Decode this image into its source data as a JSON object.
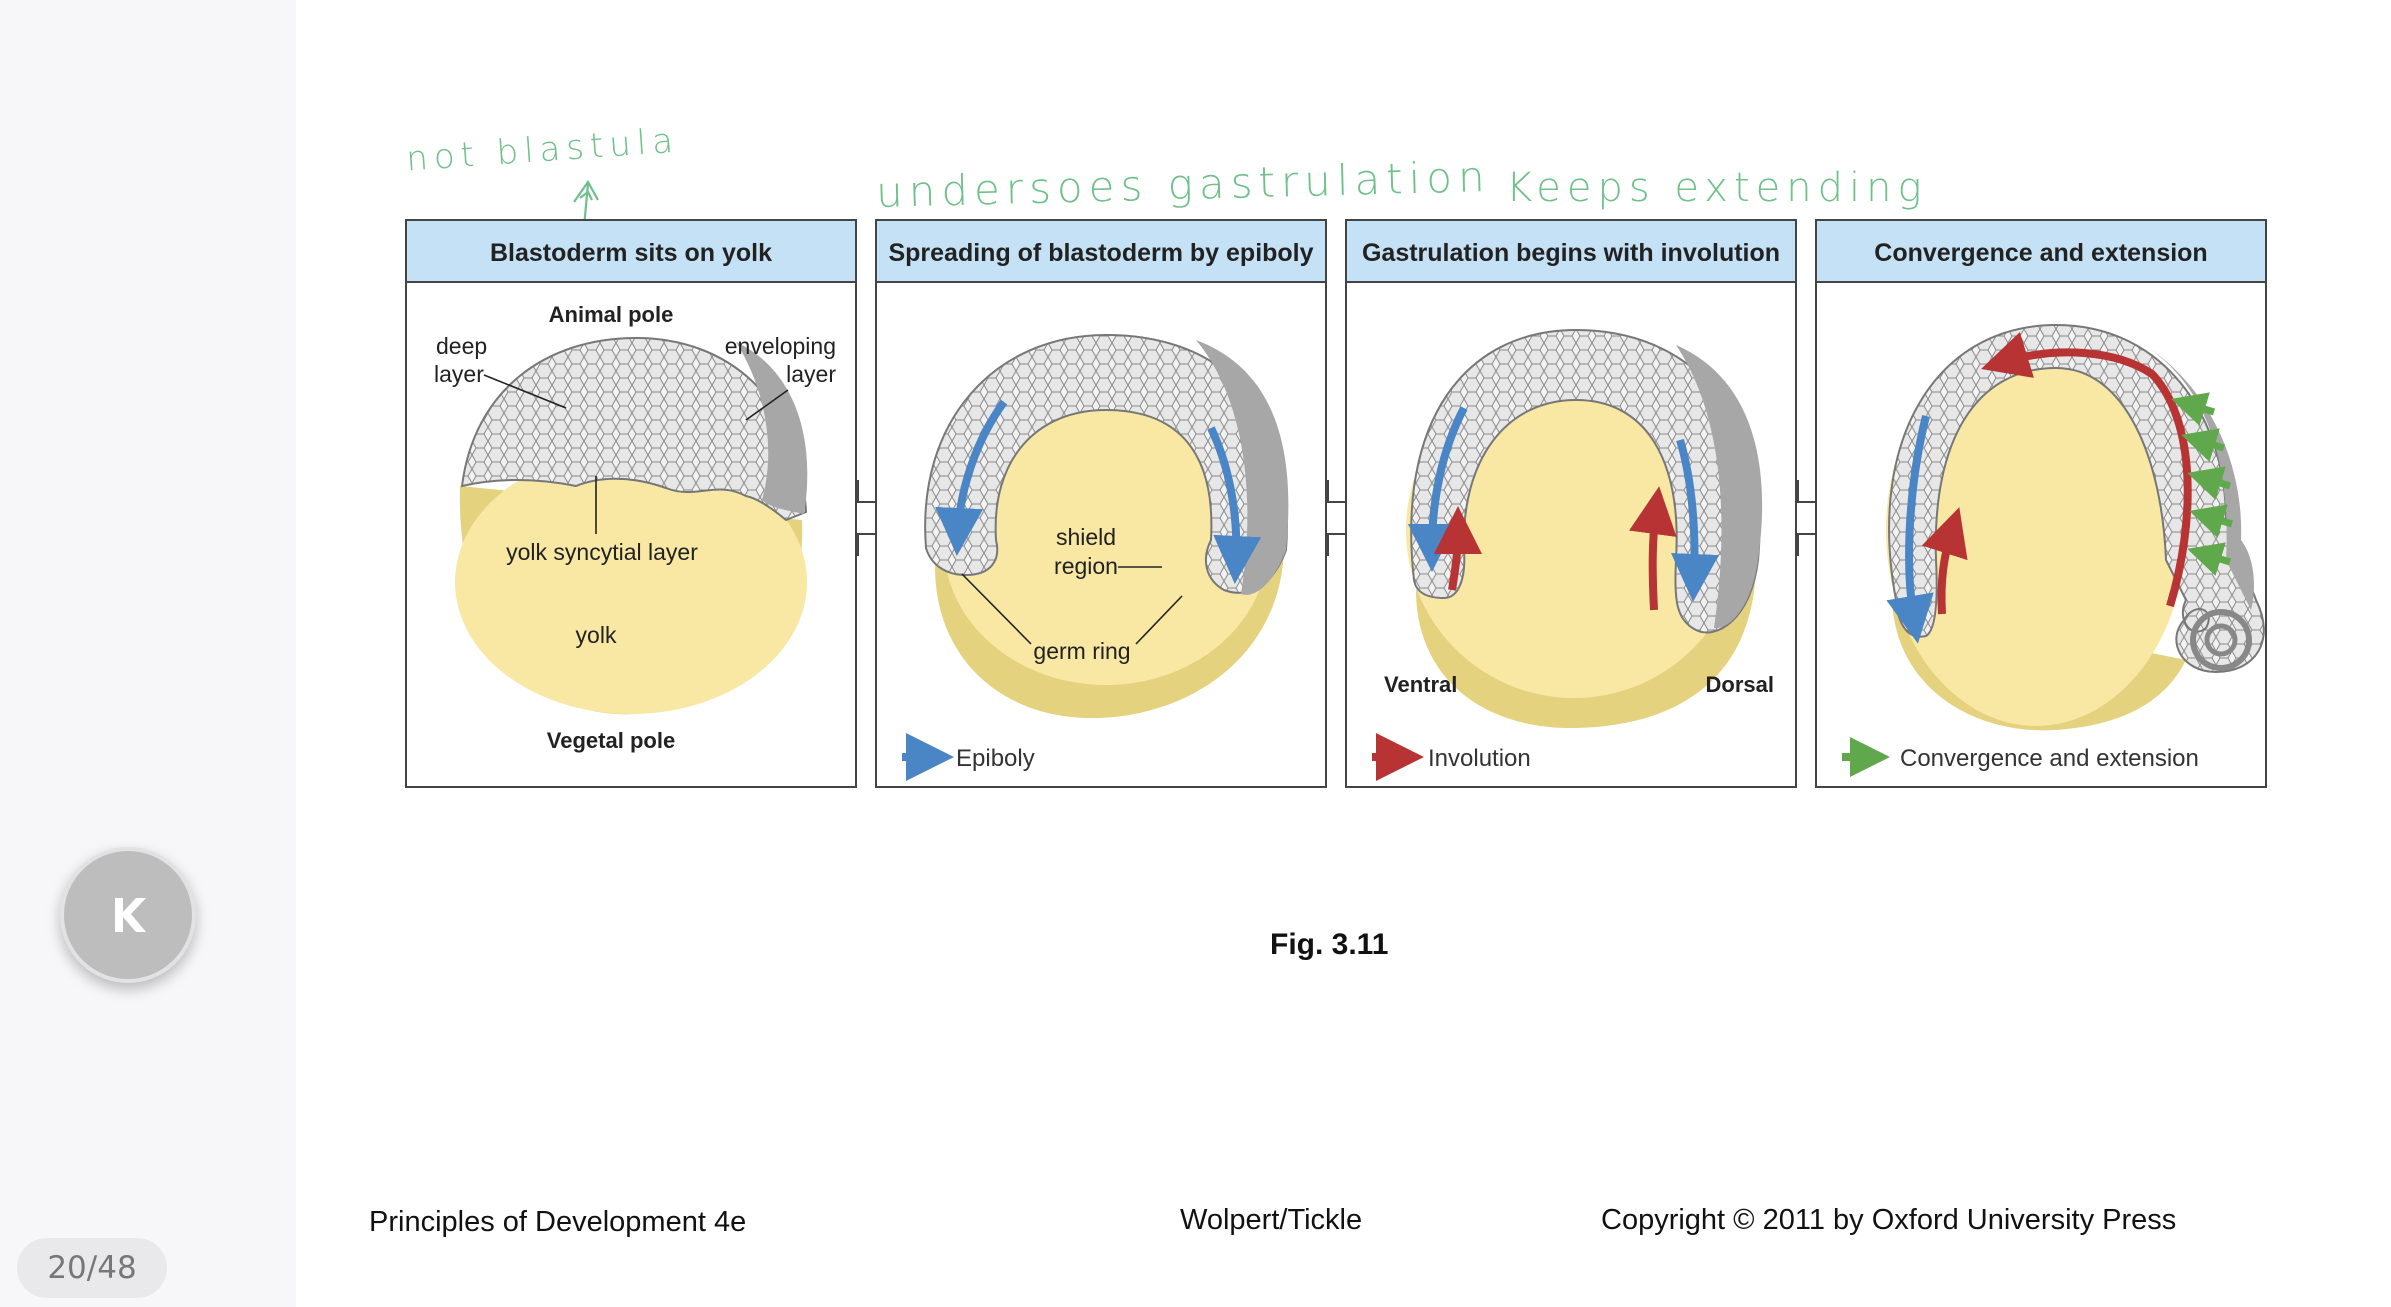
{
  "sidebar": {
    "app_button_icon": "k-logo-icon",
    "page_indicator": "20/48"
  },
  "annotations": {
    "note1": "not blastula",
    "note2": "undersoes gastrulation",
    "note3": "Keeps extending"
  },
  "panels": [
    {
      "title": "Blastoderm sits on yolk",
      "labels": {
        "animal_pole": "Animal pole",
        "deep_layer_1": "deep",
        "deep_layer_2": "layer",
        "enveloping_1": "enveloping",
        "enveloping_2": "layer",
        "ysl": "yolk syncytial layer",
        "yolk": "yolk",
        "vegetal_pole": "Vegetal pole"
      }
    },
    {
      "title": "Spreading of blastoderm by epiboly",
      "labels": {
        "shield_1": "shield",
        "shield_2": "region",
        "germ_ring": "germ ring"
      },
      "legend": "Epiboly"
    },
    {
      "title": "Gastrulation begins with involution",
      "labels": {
        "ventral": "Ventral",
        "dorsal": "Dorsal"
      },
      "legend": "Involution"
    },
    {
      "title": "Convergence and extension",
      "legend": "Convergence and extension"
    }
  ],
  "caption": "Fig. 3.11",
  "footer": {
    "left": "Principles of Development 4e",
    "center": "Wolpert/Tickle",
    "right": "Copyright © 2011 by Oxford University Press"
  },
  "colors": {
    "header_blue": "#c5e1f5",
    "yolk": "#f8e8a4",
    "yolk_shade": "#e5d27e",
    "epiboly_arrow": "#4a86c5",
    "involution_arrow": "#b83434",
    "convergence_arrow": "#5fa84b",
    "annotation_green": "#6fc08a"
  }
}
